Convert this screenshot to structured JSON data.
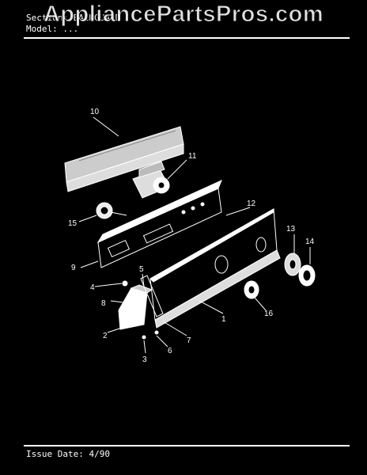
{
  "watermark": "AppliancePartsPros.com",
  "header": {
    "section_label": "Section:",
    "section_value": "BACKGUARD",
    "model_label": "Model:",
    "model_value": "..."
  },
  "footer": {
    "issue_date_label": "Issue Date:",
    "issue_date_value": "4/90"
  },
  "callouts": {
    "c1": "1",
    "c2": "2",
    "c3": "3",
    "c4": "4",
    "c5": "5",
    "c6": "6",
    "c7": "7",
    "c8": "8",
    "c9": "9",
    "c10": "10",
    "c11": "11",
    "c12": "12",
    "c13": "13",
    "c14": "14",
    "c15": "15",
    "c16": "16"
  },
  "colors": {
    "background": "#000000",
    "line": "#ffffff",
    "part_fill": "#cccccc"
  }
}
